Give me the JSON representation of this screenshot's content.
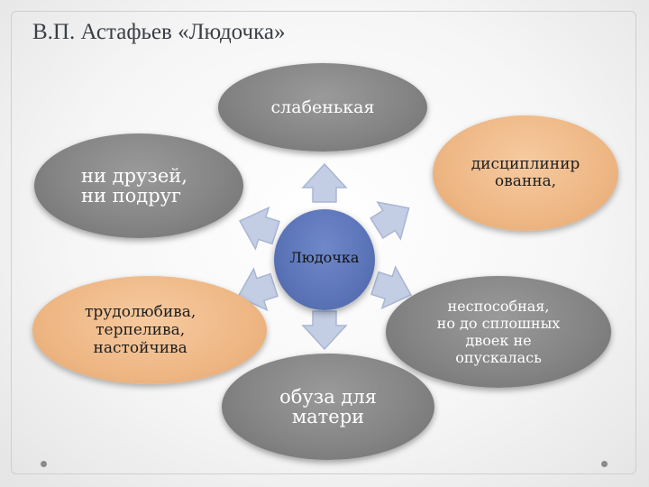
{
  "slide": {
    "title": "В.П. Астафьев «Людочка»"
  },
  "diagram": {
    "center": "Людочка",
    "nodes": {
      "top": "слабенькая",
      "top_right": "дисциплинир\nованна,",
      "top_left": "ни друзей,\nни подруг",
      "bottom_left": "трудолюбива,\nтерпелива,\nнастойчива",
      "bottom_right": "неспособная,\nно до сплошных\nдвоек не\nопускалась",
      "bottom": "обуза для\nматери"
    }
  },
  "colors": {
    "gray_node": "#858585",
    "orange_node": "#eeb784",
    "center_node": "#5b74b8",
    "arrow_fill": "#c3cde3",
    "arrow_stroke": "#a9b6d3"
  }
}
